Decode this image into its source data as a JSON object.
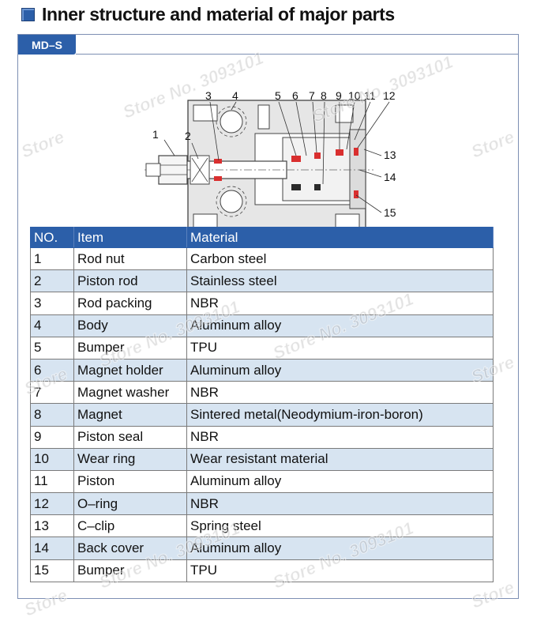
{
  "title": "Inner structure and material of major parts",
  "model": "MD–S",
  "diagram_labels": [
    "1",
    "2",
    "3",
    "4",
    "5",
    "6",
    "7",
    "8",
    "9",
    "10",
    "11",
    "12",
    "13",
    "14",
    "15"
  ],
  "table": {
    "headers": [
      "NO.",
      "Item",
      "Material"
    ],
    "rows": [
      [
        "1",
        "Rod nut",
        "Carbon steel"
      ],
      [
        "2",
        "Piston rod",
        "Stainless steel"
      ],
      [
        "3",
        "Rod packing",
        "NBR"
      ],
      [
        "4",
        "Body",
        "Aluminum alloy"
      ],
      [
        "5",
        "Bumper",
        "TPU"
      ],
      [
        "6",
        "Magnet holder",
        "Aluminum alloy"
      ],
      [
        "7",
        "Magnet washer",
        "NBR"
      ],
      [
        "8",
        "Magnet",
        "Sintered metal(Neodymium-iron-boron)"
      ],
      [
        "9",
        "Piston seal",
        "NBR"
      ],
      [
        "10",
        "Wear ring",
        "Wear resistant material"
      ],
      [
        "11",
        "Piston",
        "Aluminum alloy"
      ],
      [
        "12",
        "O–ring",
        "NBR"
      ],
      [
        "13",
        "C–clip",
        "Spring steel"
      ],
      [
        "14",
        "Back cover",
        "Aluminum alloy"
      ],
      [
        "15",
        "Bumper",
        "TPU"
      ]
    ]
  },
  "watermarks": {
    "store_no": "Store No. 3093101",
    "store": "Store"
  }
}
